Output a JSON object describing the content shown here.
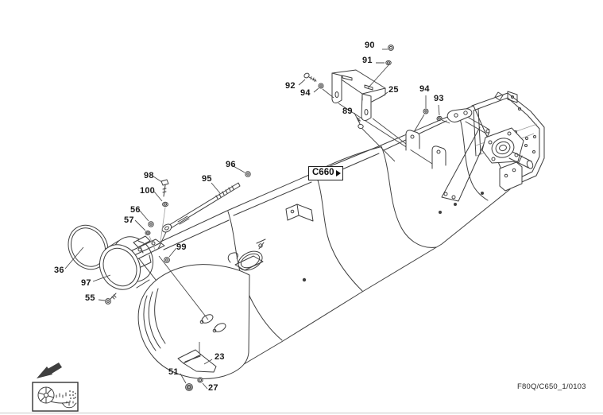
{
  "page": {
    "doc_code": "F80Q/C650_1/0103",
    "ref_button": "C660"
  },
  "icons": {
    "ref_button_arrow": "right-triangle-icon",
    "direction_arrow": "down-left-solid-arrow-icon",
    "pictogram": "rotor-discharge-flow-icon"
  },
  "colors": {
    "line": "#3f3f3f",
    "label": "#1a1a1a",
    "background": "#ffffff"
  },
  "parts": [
    {
      "num": "90"
    },
    {
      "num": "91"
    },
    {
      "num": "92"
    },
    {
      "num": "94"
    },
    {
      "num": "25"
    },
    {
      "num": "89"
    },
    {
      "num": "94"
    },
    {
      "num": "93"
    },
    {
      "num": "96"
    },
    {
      "num": "98"
    },
    {
      "num": "95"
    },
    {
      "num": "100"
    },
    {
      "num": "56"
    },
    {
      "num": "57"
    },
    {
      "num": "99"
    },
    {
      "num": "36"
    },
    {
      "num": "97"
    },
    {
      "num": "55"
    },
    {
      "num": "23"
    },
    {
      "num": "51"
    },
    {
      "num": "27"
    }
  ]
}
